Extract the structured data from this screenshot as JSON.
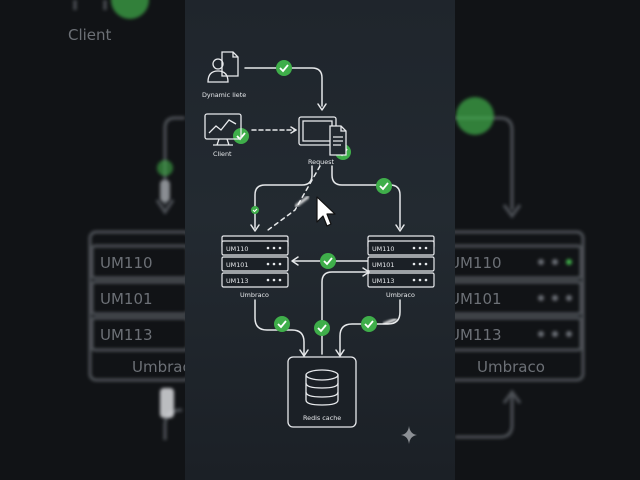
{
  "nodes": {
    "dynamic_site": "Dynamic liete",
    "client": "Client",
    "request": "Request",
    "umbraco_left": "Umbraco",
    "umbraco_right": "Umbraco",
    "redis": "Redis cache"
  },
  "servers": {
    "rows": [
      "UM110",
      "UM101",
      "UM113"
    ]
  },
  "background": {
    "client": "Client",
    "rows_left": [
      "UM110",
      "UM101",
      "UM113"
    ],
    "rows_right": [
      "UM110",
      "UM101",
      "UM113"
    ],
    "label_left": "Umbraco",
    "label_right": "Umbraco"
  },
  "colors": {
    "check": "#3fae4a",
    "line": "#e6e8ea",
    "panel": "#222930"
  }
}
